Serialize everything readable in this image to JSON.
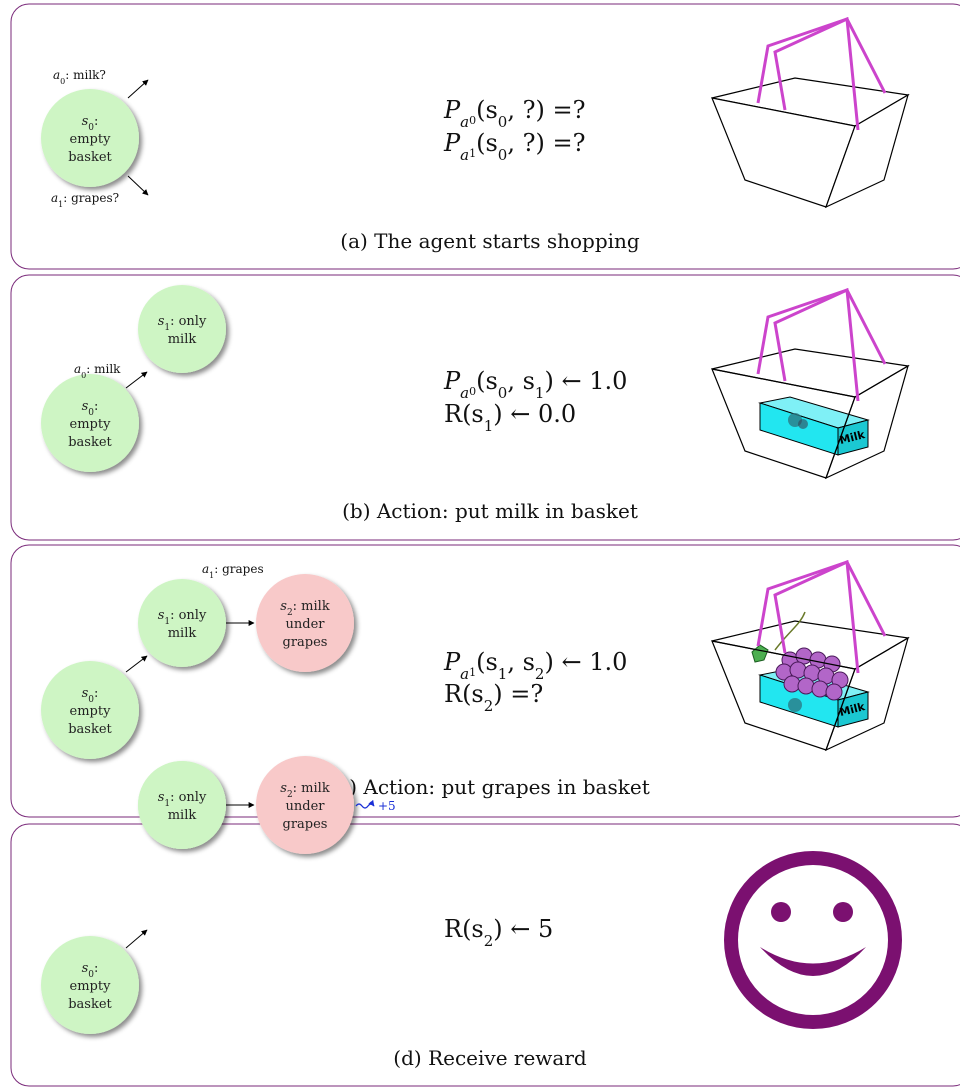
{
  "panels": [
    {
      "caption": "(a) The agent starts shopping",
      "nodes": {
        "s0": [
          "s",
          "0",
          ":",
          "empty",
          "basket"
        ]
      },
      "edges": {
        "a0": {
          "var": "a",
          "sub": "0",
          "text": ": milk?"
        },
        "a1": {
          "var": "a",
          "sub": "1",
          "text": ": grapes?"
        }
      },
      "formulas": [
        {
          "p_sub": "a",
          "p_subsub": "0",
          "args": "(s",
          "args_sub": "0",
          "args_rest": ", ?)",
          "rhs": " =?"
        },
        {
          "p_sub": "a",
          "p_subsub": "1",
          "args": "(s",
          "args_sub": "0",
          "args_rest": ", ?)",
          "rhs": " =?"
        }
      ],
      "picture": "empty-basket"
    },
    {
      "caption": "(b) Action: put milk in basket",
      "nodes": {
        "s0": [
          "s",
          "0",
          ":",
          "empty",
          "basket"
        ],
        "s1": [
          "s",
          "1",
          ": only",
          "milk"
        ]
      },
      "edges": {
        "a0": {
          "var": "a",
          "sub": "0",
          "text": ": milk"
        }
      },
      "formula_lines": [
        {
          "p_sub": "a",
          "p_subsub": "0",
          "args": "(s",
          "args_sub": "0",
          "mid": ", s",
          "mid_sub": "1",
          "rhs": ") ← 1.0"
        },
        {
          "r": "R(s",
          "r_sub": "1",
          "rhs": ") ← 0.0"
        }
      ],
      "picture": "basket-with-milk",
      "milk_label": "Milk"
    },
    {
      "caption": "(c) Action: put grapes in basket",
      "nodes": {
        "s0": [
          "s",
          "0",
          ":",
          "empty",
          "basket"
        ],
        "s1": [
          "s",
          "1",
          ": only",
          "milk"
        ],
        "s2": [
          "s",
          "2",
          ": milk",
          "under",
          "grapes"
        ]
      },
      "edges": {
        "a1": {
          "var": "a",
          "sub": "1",
          "text": ": grapes"
        }
      },
      "formula_lines": [
        {
          "p_sub": "a",
          "p_subsub": "1",
          "args": "(s",
          "args_sub": "1",
          "mid": ", s",
          "mid_sub": "2",
          "rhs": ") ← 1.0"
        },
        {
          "r": "R(s",
          "r_sub": "2",
          "rhs": ") =?"
        }
      ],
      "picture": "basket-with-milk-and-grapes",
      "milk_label": "Milk"
    },
    {
      "caption": "(d) Receive reward",
      "nodes": {
        "s0": [
          "s",
          "0",
          ":",
          "empty",
          "basket"
        ],
        "s1": [
          "s",
          "1",
          ": only",
          "milk"
        ],
        "s2": [
          "s",
          "2",
          ": milk",
          "under",
          "grapes"
        ]
      },
      "reward": "+5",
      "formula_lines": [
        {
          "r": "R(s",
          "r_sub": "2",
          "rhs": ") ← 5"
        }
      ],
      "picture": "smiley-face"
    }
  ],
  "colors": {
    "panel_border": "#7a2a7a",
    "green_node": "#cef5c4",
    "red_node": "#f8c9c9",
    "basket_handle": "#cc44cc",
    "milk_box": "#22e6f0",
    "grapes": "#b266c8",
    "smiley": "#7b1070",
    "reward": "#1a2fd6"
  }
}
